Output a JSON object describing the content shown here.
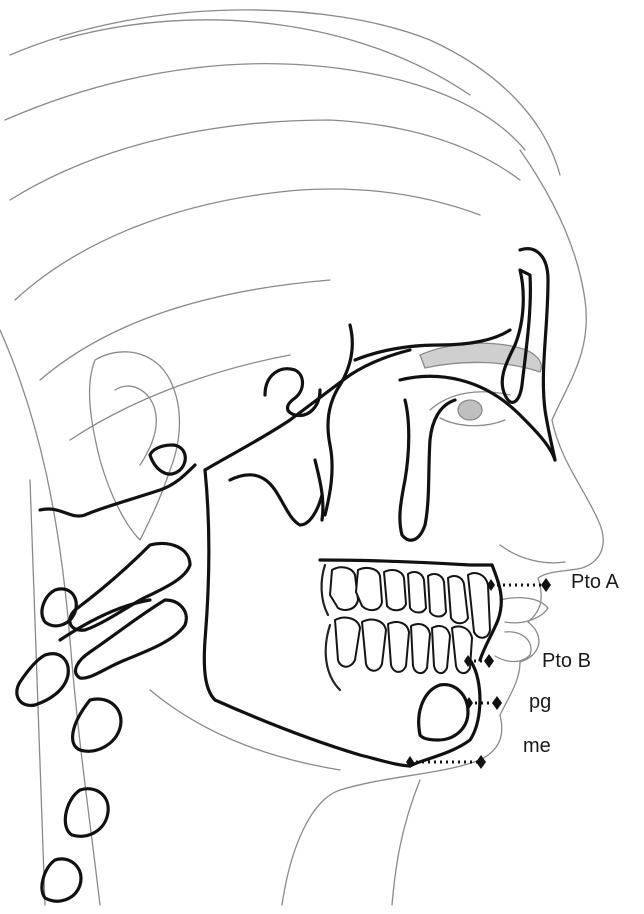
{
  "landmarks": [
    {
      "id": "pto-a",
      "label": "Pto A"
    },
    {
      "id": "pto-b",
      "label": "Pto B"
    },
    {
      "id": "pg",
      "label": "pg"
    },
    {
      "id": "me",
      "label": "me"
    }
  ],
  "colors": {
    "soft_tissue": "#8a8a8a",
    "bone_tracing": "#111111",
    "background": "#ffffff"
  }
}
